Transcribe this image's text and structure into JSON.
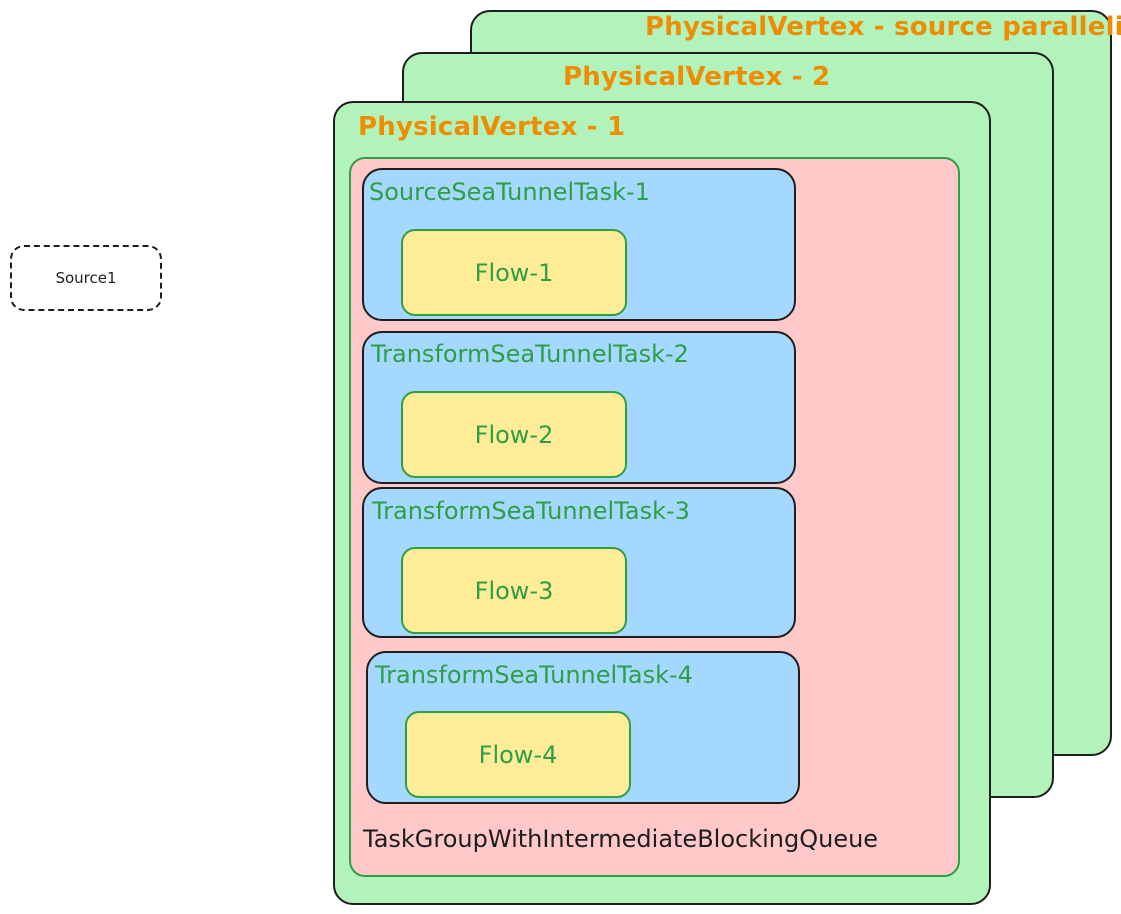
{
  "source": {
    "label": "Source1"
  },
  "physical_vertices": [
    {
      "title": "PhysicalVertex - source parallelism"
    },
    {
      "title": "PhysicalVertex - 2"
    },
    {
      "title": "PhysicalVertex - 1"
    }
  ],
  "task_group": {
    "label": "TaskGroupWithIntermediateBlockingQueue",
    "tasks": [
      {
        "title": "SourceSeaTunnelTask-1",
        "flow": "Flow-1"
      },
      {
        "title": "TransformSeaTunnelTask-2",
        "flow": "Flow-2"
      },
      {
        "title": "TransformSeaTunnelTask-3",
        "flow": "Flow-3"
      },
      {
        "title": "TransformSeaTunnelTask-4",
        "flow": "Flow-4"
      }
    ]
  },
  "colors": {
    "physical_vertex_fill": "#b2f2bb",
    "physical_vertex_title": "#f08c00",
    "task_group_fill": "#ffc9c9",
    "task_fill": "#a5d8ff",
    "task_title": "#2f9e44",
    "flow_fill": "#ffec99",
    "flow_text": "#2f9e44",
    "stroke": "#1e1e1e"
  }
}
